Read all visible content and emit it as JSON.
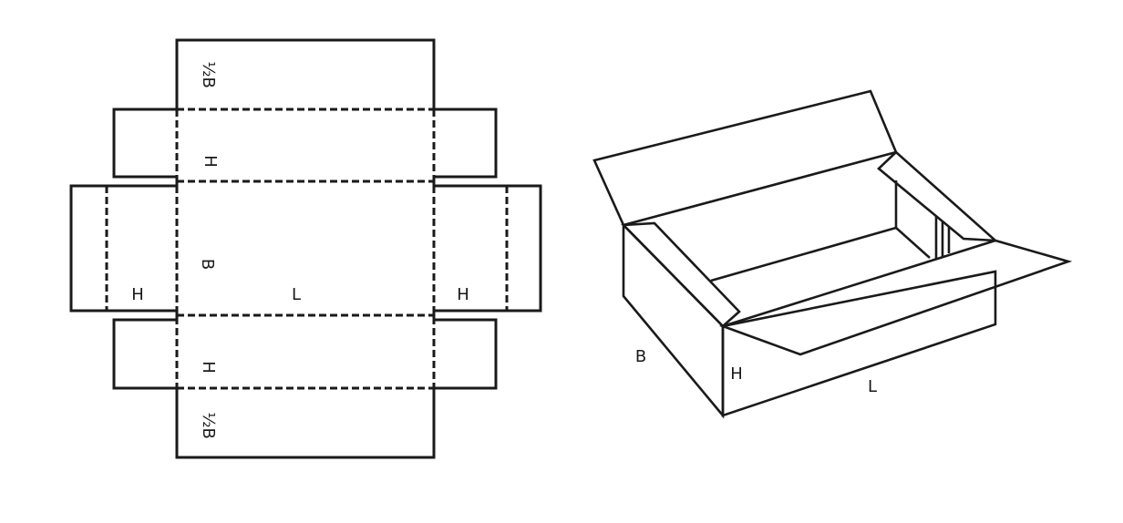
{
  "flat_net": {
    "top_flap_label": "½B",
    "upper_height_label": "H",
    "base_label": "B",
    "length_label": "L",
    "left_height_label": "H",
    "right_height_label": "H",
    "lower_height_label": "H",
    "bottom_flap_label": "½B"
  },
  "box_3d": {
    "width_label": "B",
    "height_label": "H",
    "length_label": "L"
  }
}
